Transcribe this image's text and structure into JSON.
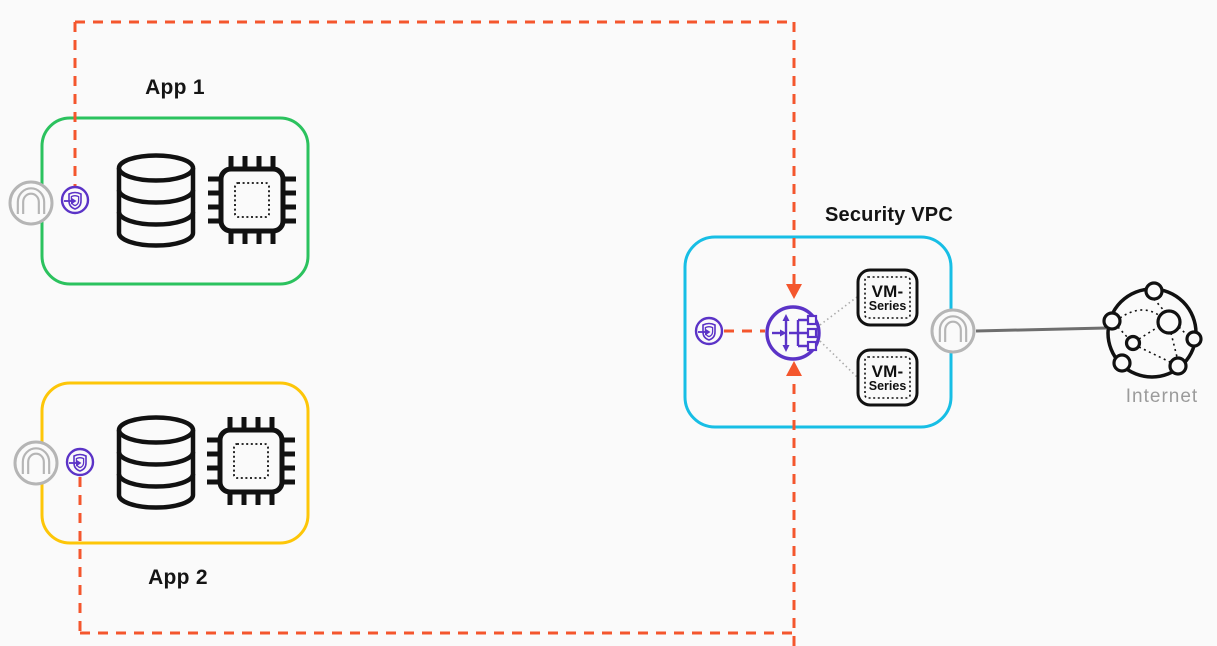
{
  "colors": {
    "bg": "#FAFAFA",
    "green": "#2BC25E",
    "yellow": "#FDC608",
    "cyan": "#17BEE5",
    "orange": "#F4562D",
    "purple": "#5B33C7",
    "gray-icon": "#B5B5B5",
    "gray-line": "#6E6E6E",
    "ink": "#111111",
    "text-dark": "#141414",
    "text-gray": "#9B9B9B",
    "dotted": "#ABABAB"
  },
  "nodes": {
    "app1": {
      "label": "App 1",
      "border_color": "#2BC25E"
    },
    "app2": {
      "label": "App 2",
      "border_color": "#FDC608"
    },
    "security_vpc": {
      "label": "Security VPC",
      "border_color": "#17BEE5"
    },
    "internet": {
      "label": "Internet"
    },
    "vm1": {
      "line1": "VM-",
      "line2": "Series"
    },
    "vm2": {
      "line1": "VM-",
      "line2": "Series"
    }
  },
  "icons": {
    "database-icon": "cylinder-database",
    "chip-icon": "cpu-chip",
    "gwlb-endpoint-icon": "shield-with-inbound-arrow-in-circle",
    "gwlb-icon": "gateway-load-balancer-in-circle",
    "nat-gateway-icon": "arch-in-gray-circle",
    "internet-globe-icon": "network-globe-with-nodes"
  },
  "connections": [
    {
      "from": "app1-gwlb-endpoint",
      "to": "security-vpc-gwlb",
      "style": "dashed",
      "color": "#F4562D"
    },
    {
      "from": "app2-gwlb-endpoint",
      "to": "security-vpc-gwlb",
      "style": "dashed",
      "color": "#F4562D"
    },
    {
      "from": "security-vpc-gwlb-endpoint",
      "to": "security-vpc-gwlb",
      "style": "dashed",
      "color": "#F4562D"
    },
    {
      "from": "security-vpc-gwlb",
      "to": "vm-series-1",
      "style": "dotted",
      "color": "#ABABAB"
    },
    {
      "from": "security-vpc-gwlb",
      "to": "vm-series-2",
      "style": "dotted",
      "color": "#ABABAB"
    },
    {
      "from": "security-vpc-nat-gateway",
      "to": "internet",
      "style": "solid",
      "color": "#6E6E6E"
    }
  ]
}
